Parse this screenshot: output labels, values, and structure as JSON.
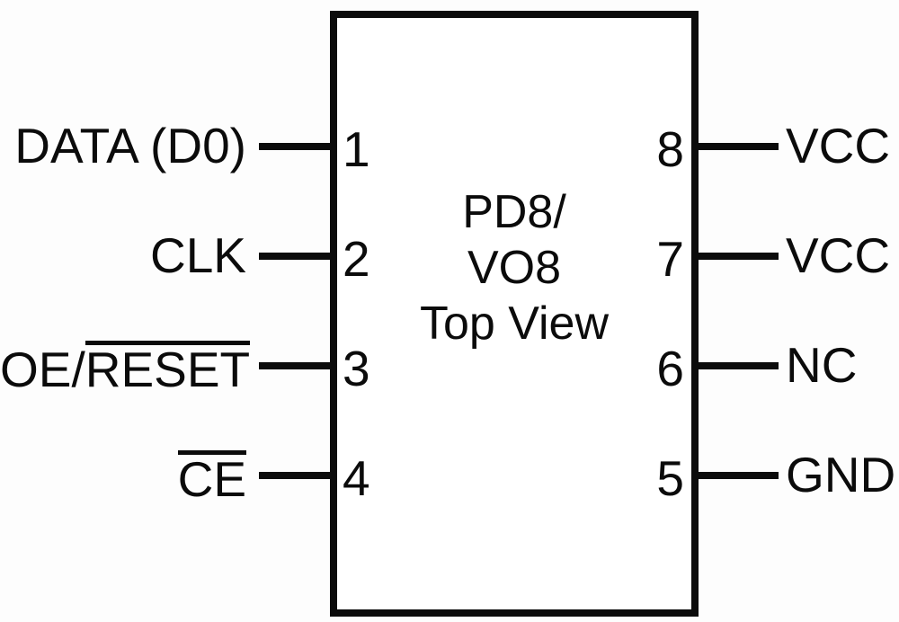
{
  "diagram": {
    "title": "PD8/VO8 Top View pin configuration",
    "package": {
      "caption_lines": [
        "PD8/",
        "VO8",
        "Top View"
      ],
      "caption_text": "PD8/\nVO8\nTop View",
      "outline_color": "#0b0b0b",
      "fill_color": "#ffffff"
    },
    "background_color": "#fdfdfd",
    "pins_left": [
      {
        "number": "1",
        "label": "DATA (D0)",
        "overline": "none",
        "plain": "DATA (D0)",
        "bar": ""
      },
      {
        "number": "2",
        "label": "CLK",
        "overline": "none",
        "plain": "CLK",
        "bar": ""
      },
      {
        "number": "3",
        "label": "OE/RESET",
        "overline": "partial",
        "plain": "OE/",
        "bar": "RESET"
      },
      {
        "number": "4",
        "label": "CE",
        "overline": "full",
        "plain": "",
        "bar": "CE"
      }
    ],
    "pins_right": [
      {
        "number": "8",
        "label": "VCC",
        "overline": "none",
        "plain": "VCC",
        "bar": ""
      },
      {
        "number": "7",
        "label": "VCC",
        "overline": "none",
        "plain": "VCC",
        "bar": ""
      },
      {
        "number": "6",
        "label": "NC",
        "overline": "none",
        "plain": "NC",
        "bar": ""
      },
      {
        "number": "5",
        "label": "GND",
        "overline": "none",
        "plain": "GND",
        "bar": ""
      }
    ]
  }
}
